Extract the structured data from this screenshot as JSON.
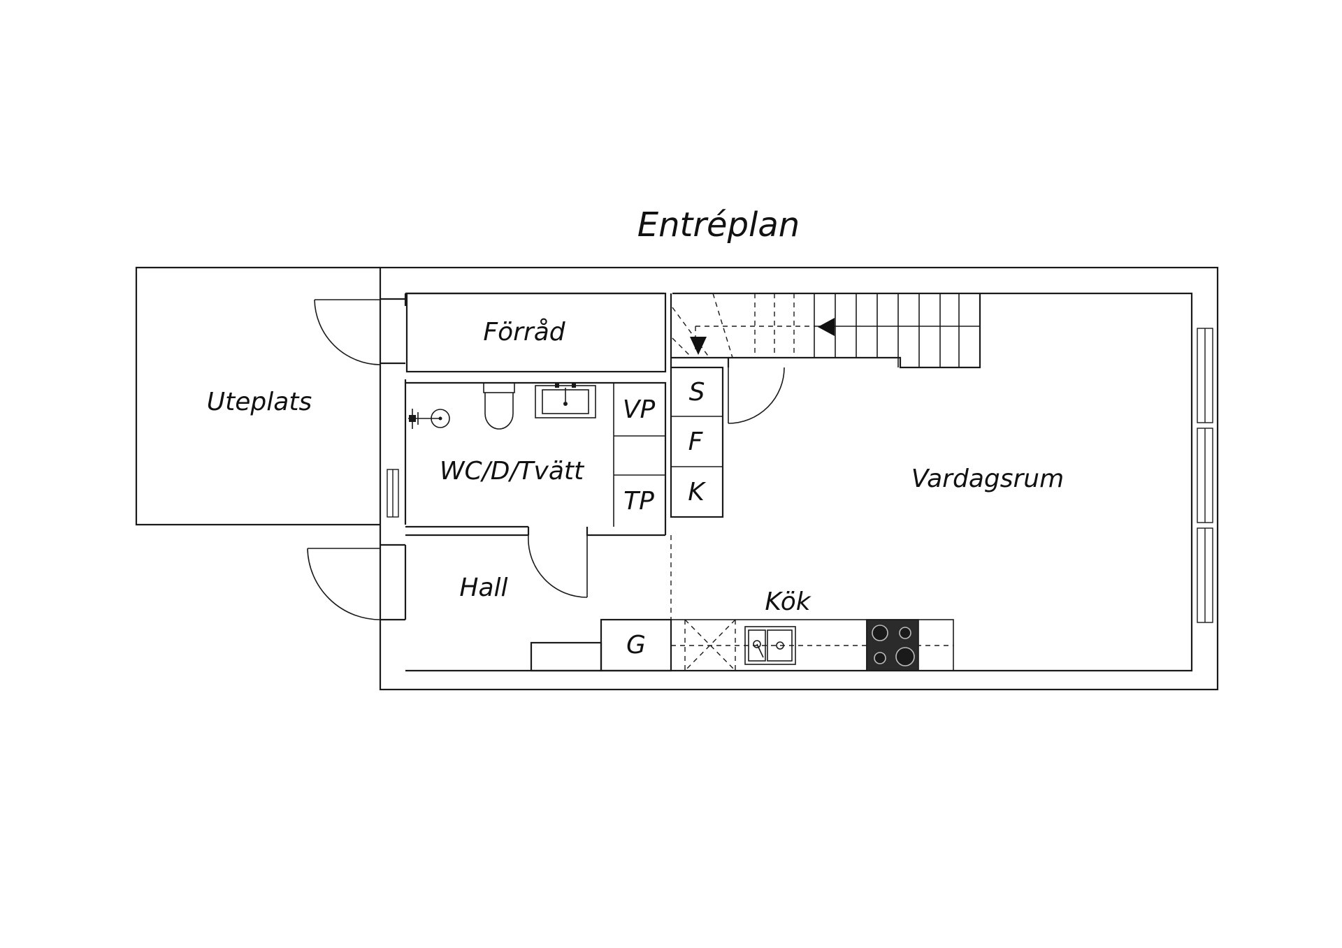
{
  "title": "Entréplan",
  "rooms": {
    "uteplats": "Uteplats",
    "forrad": "Förråd",
    "wc": "WC/D/Tvätt",
    "hall": "Hall",
    "vardagsrum": "Vardagsrum",
    "kok": "Kök"
  },
  "closets": {
    "vp": "VP",
    "tp": "TP",
    "s": "S",
    "f": "F",
    "k": "K",
    "g": "G"
  }
}
